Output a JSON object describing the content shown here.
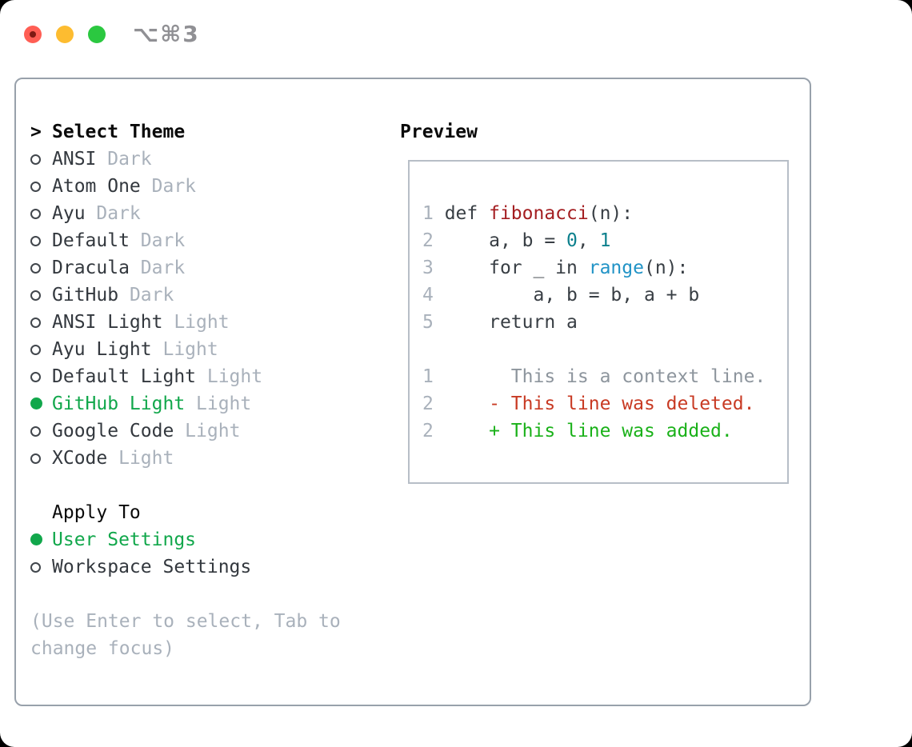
{
  "window": {
    "title": "⌥⌘3",
    "traffic_lights": [
      "close",
      "minimize",
      "zoom"
    ]
  },
  "theme_panel": {
    "header": "Select Theme",
    "header_marker": ">",
    "items": [
      {
        "name": "ANSI",
        "variant": "Dark",
        "selected": false
      },
      {
        "name": "Atom One",
        "variant": "Dark",
        "selected": false
      },
      {
        "name": "Ayu",
        "variant": "Dark",
        "selected": false
      },
      {
        "name": "Default",
        "variant": "Dark",
        "selected": false
      },
      {
        "name": "Dracula",
        "variant": "Dark",
        "selected": false
      },
      {
        "name": "GitHub",
        "variant": "Dark",
        "selected": false
      },
      {
        "name": "ANSI Light",
        "variant": "Light",
        "selected": false
      },
      {
        "name": "Ayu Light",
        "variant": "Light",
        "selected": false
      },
      {
        "name": "Default Light",
        "variant": "Light",
        "selected": false
      },
      {
        "name": "GitHub Light",
        "variant": "Light",
        "selected": true
      },
      {
        "name": "Google Code",
        "variant": "Light",
        "selected": false
      },
      {
        "name": "XCode",
        "variant": "Light",
        "selected": false
      }
    ]
  },
  "apply_panel": {
    "header": "Apply To",
    "options": [
      {
        "label": "User Settings",
        "selected": true
      },
      {
        "label": "Workspace Settings",
        "selected": false
      }
    ]
  },
  "footer_hint": "(Use Enter to select, Tab to change focus)",
  "preview": {
    "header": "Preview",
    "lines": [
      {
        "num": "1",
        "tokens": [
          {
            "text": "def ",
            "color": "code"
          },
          {
            "text": "fibonacci",
            "color": "function"
          },
          {
            "text": "(n):",
            "color": "code"
          }
        ]
      },
      {
        "num": "2",
        "tokens": [
          {
            "text": "    a, b = ",
            "color": "code"
          },
          {
            "text": "0",
            "color": "number"
          },
          {
            "text": ", ",
            "color": "code"
          },
          {
            "text": "1",
            "color": "number"
          }
        ]
      },
      {
        "num": "3",
        "tokens": [
          {
            "text": "    for _ in ",
            "color": "code"
          },
          {
            "text": "range",
            "color": "builtin"
          },
          {
            "text": "(n):",
            "color": "code"
          }
        ]
      },
      {
        "num": "4",
        "tokens": [
          {
            "text": "        a, b = b, a + b",
            "color": "code"
          }
        ]
      },
      {
        "num": "5",
        "tokens": [
          {
            "text": "    return a",
            "color": "code"
          }
        ]
      },
      {
        "num": "",
        "tokens": []
      },
      {
        "num": "1",
        "tokens": [
          {
            "text": "      This is a context line.",
            "color": "context"
          }
        ]
      },
      {
        "num": "2",
        "tokens": [
          {
            "text": "    - This line was deleted.",
            "color": "deleted"
          }
        ]
      },
      {
        "num": "2",
        "tokens": [
          {
            "text": "    + This line was added.",
            "color": "added"
          }
        ]
      }
    ]
  },
  "colors": {
    "code": "#383e44",
    "function": "#a41e21",
    "number": "#0d808d",
    "builtin": "#2193c6",
    "context": "#8d959d",
    "deleted": "#c83a23",
    "added": "#1ab119",
    "lineno": "#a9b1bb",
    "selected_green": "#11a74b",
    "muted_gray": "#a9b1bb",
    "text_dark": "#33383e"
  }
}
